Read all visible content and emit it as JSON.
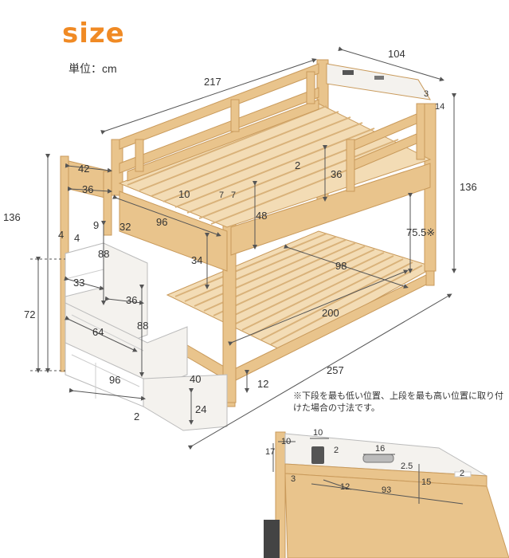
{
  "heading": {
    "title": "size",
    "unit": "単位：cm"
  },
  "colors": {
    "accent": "#f08a24",
    "wood": "#e9c48c",
    "wood_dark": "#c99a5b",
    "slat": "#f3dcb5",
    "white_panel": "#f4f2ee",
    "dim_line": "#555555"
  },
  "dimensions": {
    "d217": "217",
    "d104": "104",
    "d3": "3",
    "d14": "14",
    "d136_right": "136",
    "d42": "42",
    "d36_top": "36",
    "d136_left": "136",
    "d4a": "4",
    "d4b": "4",
    "d9": "9",
    "d32": "32",
    "d96_left": "96",
    "d88_a": "88",
    "d34": "34",
    "d72": "72",
    "d33": "33",
    "d36_mid": "36",
    "d88_b": "88",
    "d64": "64",
    "d96_bottom": "96",
    "d2_bottom": "2",
    "d40": "40",
    "d24": "24",
    "d10": "10",
    "d7a": "7",
    "d7b": "7",
    "d2_top": "2",
    "d36_rail": "36",
    "d48": "48",
    "d755": "75.5※",
    "d98": "98",
    "d200": "200",
    "d257": "257",
    "d12": "12"
  },
  "note": "※下段を最も低い位置、上段を最も高い位置に取り付けた場合の寸法です。",
  "inset": {
    "d10": "10",
    "d17": "17",
    "d10b": "10",
    "d2a": "2",
    "d16": "16",
    "d25": "2.5",
    "d3": "3",
    "d12": "12",
    "d93": "93",
    "d15": "15",
    "d2b": "2"
  }
}
